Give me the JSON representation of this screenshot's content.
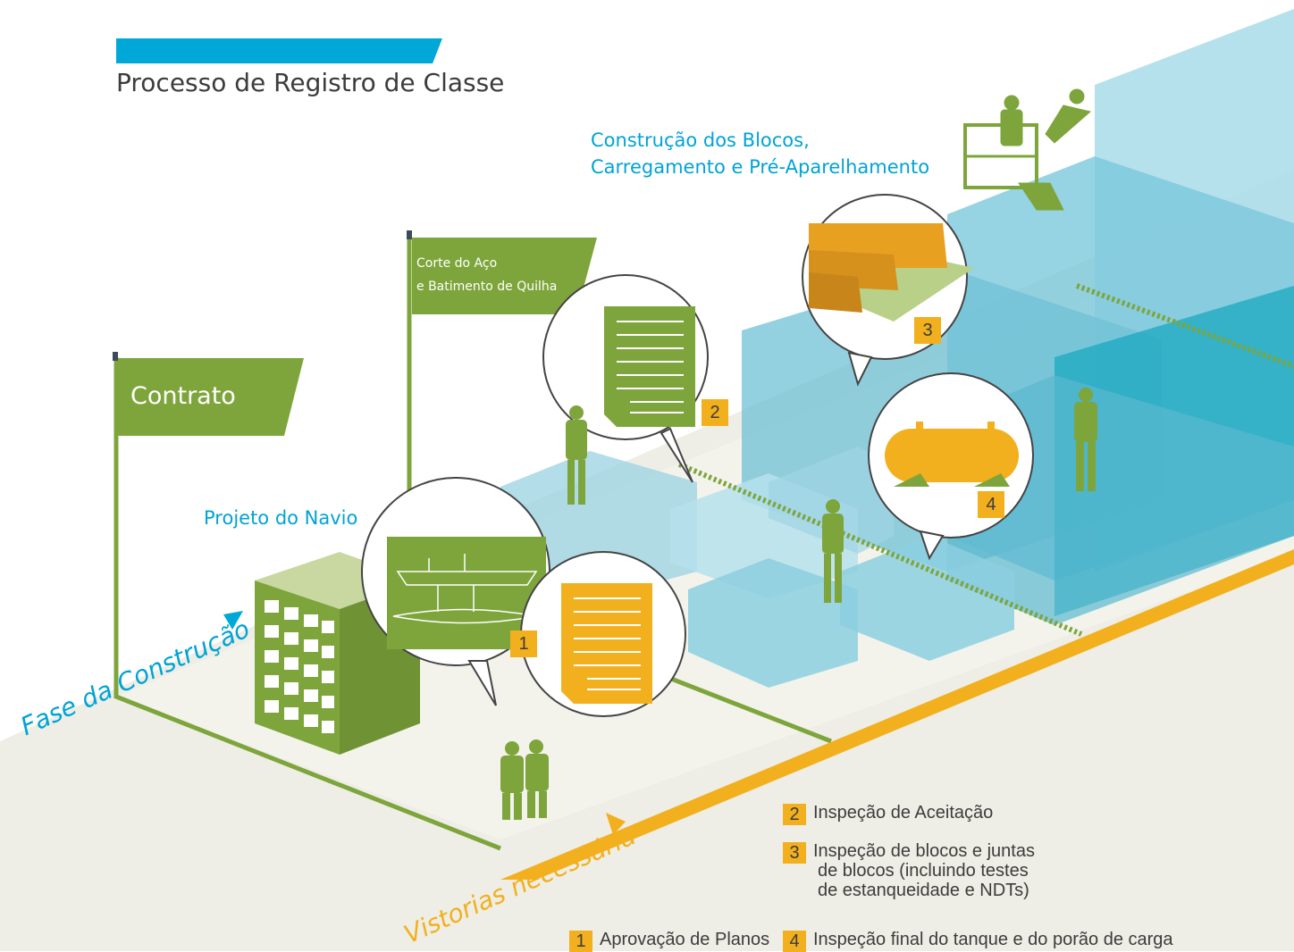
{
  "title": "Processo de Registro de Classe",
  "flags": {
    "contrato": "Contrato",
    "corte_line1": "Corte do Aço",
    "corte_line2": "e Batimento de Quilha"
  },
  "labels": {
    "projeto": "Projeto do Navio",
    "construcao_line1": "Construção dos Blocos,",
    "construcao_line2": "Carregamento e Pré-Aparelhamento",
    "fase": "Fase da Construção",
    "vistorias": "Vistorias necessária"
  },
  "bubble_numbers": [
    "1",
    "2",
    "3",
    "4"
  ],
  "legend": {
    "item2": {
      "num": "2",
      "text": "Inspeção de Aceitação"
    },
    "item3": {
      "num": "3",
      "line1": "Inspeção de blocos e juntas",
      "line2": "de blocos (incluindo testes",
      "line3": "de estanqueidade e NDTs)"
    },
    "item1": {
      "num": "1",
      "text": "Aprovação de Planos"
    },
    "item4": {
      "num": "4",
      "text": "Inspeção final do tanque e do porão de carga"
    }
  },
  "colors": {
    "accent_cyan": "#00a8d8",
    "green": "#7ea53c",
    "orange": "#f2b01e",
    "ground": "#eeeee6",
    "block_blue": "#8ccfe0"
  },
  "icons": [
    "document-icon",
    "blueprint-icon",
    "beams-icon",
    "tank-icon",
    "worker-icon",
    "lift-platform-icon"
  ]
}
